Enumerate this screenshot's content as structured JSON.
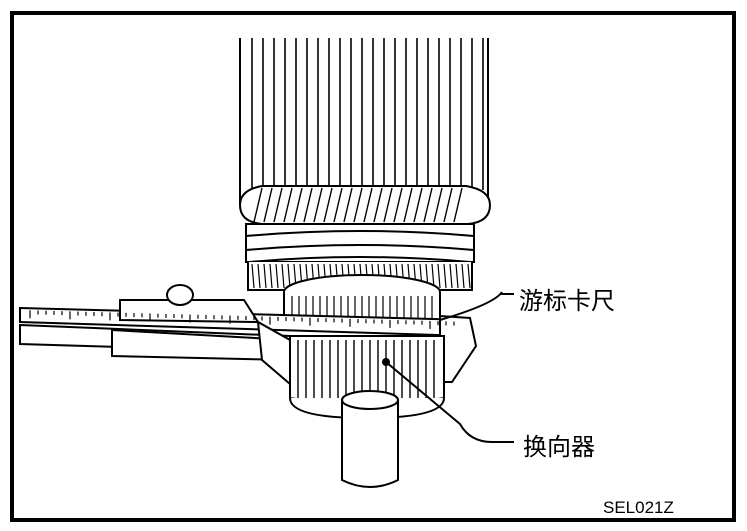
{
  "figure": {
    "labels": {
      "caliper": "游标卡尺",
      "commutator": "换向器"
    },
    "figure_code": "SEL021Z"
  }
}
